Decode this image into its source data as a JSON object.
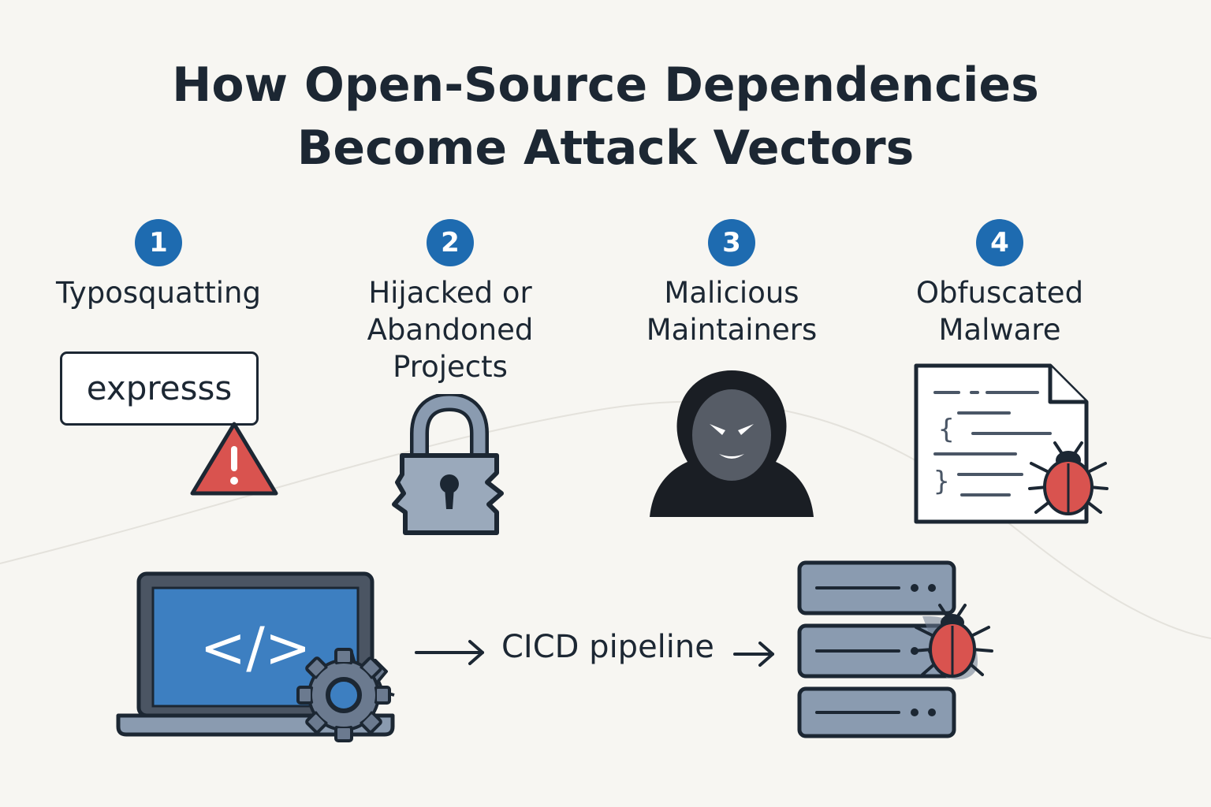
{
  "title": {
    "line1": "How Open-Source Dependencies",
    "line2": "Become Attack Vectors"
  },
  "steps": [
    {
      "number": "1",
      "label_lines": [
        "Typosquatting"
      ],
      "icon": "warning-icon"
    },
    {
      "number": "2",
      "label_lines": [
        "Hijacked or",
        "Abandoned",
        "Projects"
      ],
      "icon": "broken-lock-icon"
    },
    {
      "number": "3",
      "label_lines": [
        "Malicious",
        "Maintainers"
      ],
      "icon": "hooded-hacker-icon"
    },
    {
      "number": "4",
      "label_lines": [
        "Obfuscated",
        "Malware"
      ],
      "icon": "bug-document-icon"
    }
  ],
  "typosquat_package": "expresss",
  "pipeline": {
    "label": "CICD pipeline",
    "source_icon": "laptop-code-gear-icon",
    "target_icon": "infected-server-icon",
    "code_glyph": "</>"
  },
  "colors": {
    "background": "#f7f6f2",
    "text": "#1c2733",
    "badge": "#1e6bb0",
    "screen": "#3d7fc1",
    "metal": "#8a9bb0",
    "danger": "#d9534f"
  }
}
